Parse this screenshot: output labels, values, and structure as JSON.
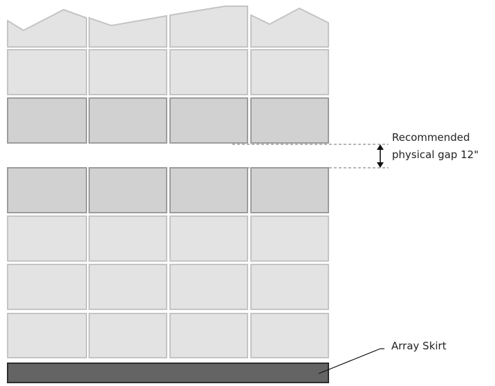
{
  "diagram": {
    "gap_label_line1": "Recommended",
    "gap_label_line2": "physical gap 12\"",
    "skirt_label": "Array Skirt"
  },
  "colors": {
    "panel_light": "#e3e3e3",
    "panel_medium": "#d1d1d1",
    "panel_border_light": "#c4c4c4",
    "panel_border_medium": "#9c9c9c",
    "skirt_fill": "#646464",
    "skirt_border": "#2c2c2c",
    "text": "#222222"
  }
}
